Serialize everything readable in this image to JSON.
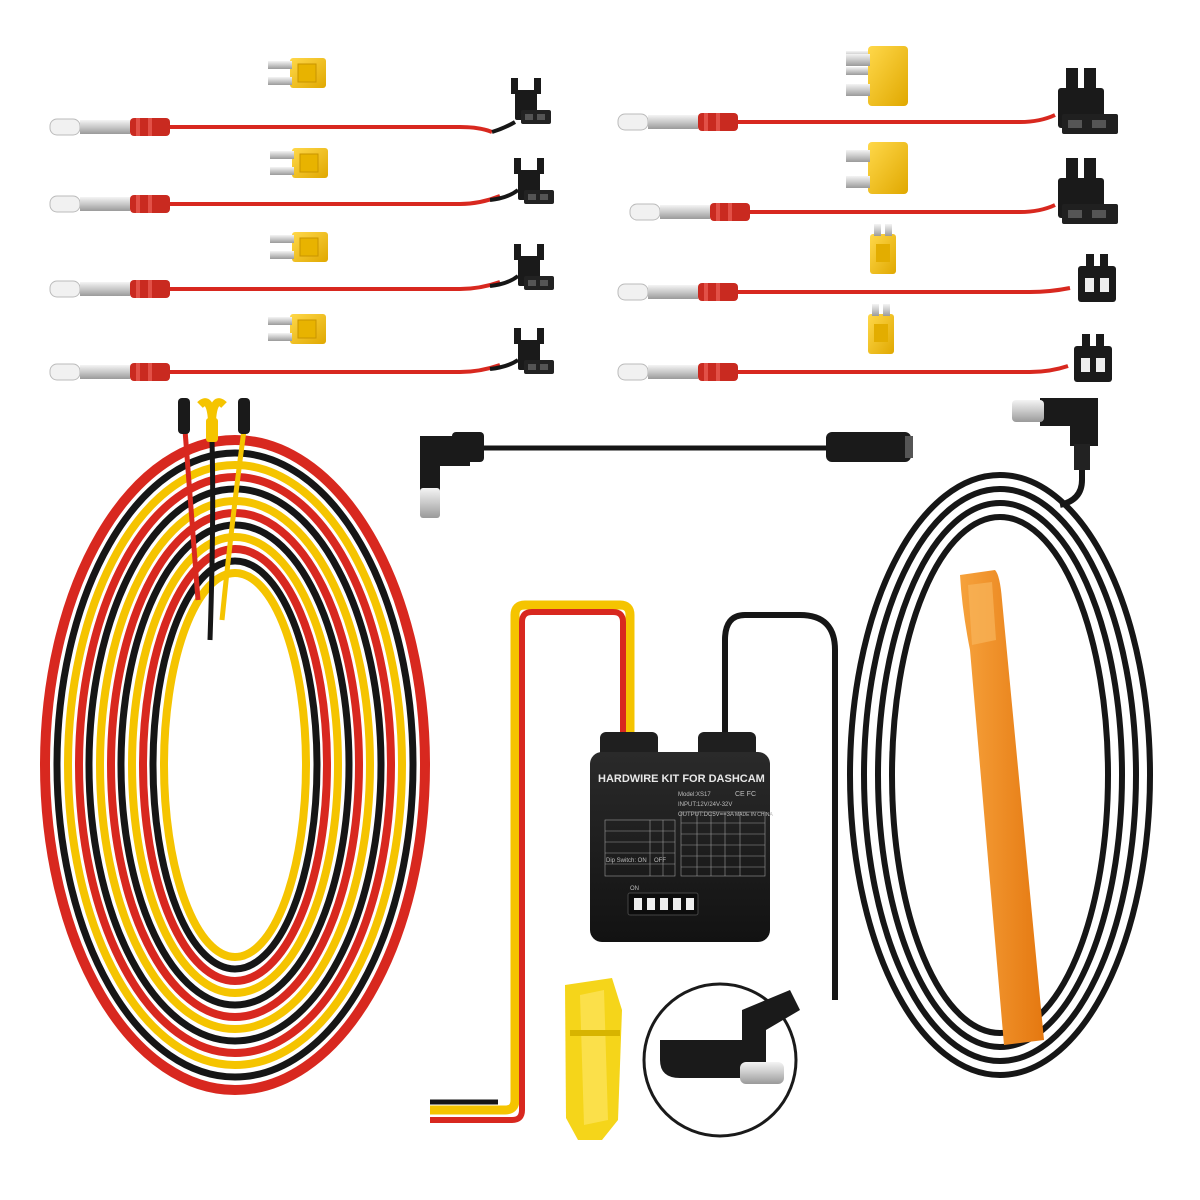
{
  "product": {
    "module_title": "HARDWIRE KIT FOR DASHCAM",
    "model_line": "Model:XS17",
    "input_line": "INPUT:12V/24V-32V",
    "output_line": "OUTPUT:DC5V==3A",
    "made_in": "MADE IN CHINA",
    "cert_marks": "CE FC",
    "dip_on_label": "ON",
    "dip_switch_label": "Dip Switch: ON",
    "dip_off_label": "OFF"
  },
  "colors": {
    "wire_red": "#d8281f",
    "wire_black": "#161616",
    "wire_yellow": "#f5c400",
    "fuse_yellow": "#f4c21a",
    "pry_tool_orange": "#f08a1c",
    "module_black": "#1b1b1b"
  },
  "icons": {
    "fuse_taps": "fuse-tap-icon",
    "usb_c": "usb-c-connector-icon",
    "module": "hardwire-module-icon",
    "pry_tool": "pry-tool-icon"
  }
}
